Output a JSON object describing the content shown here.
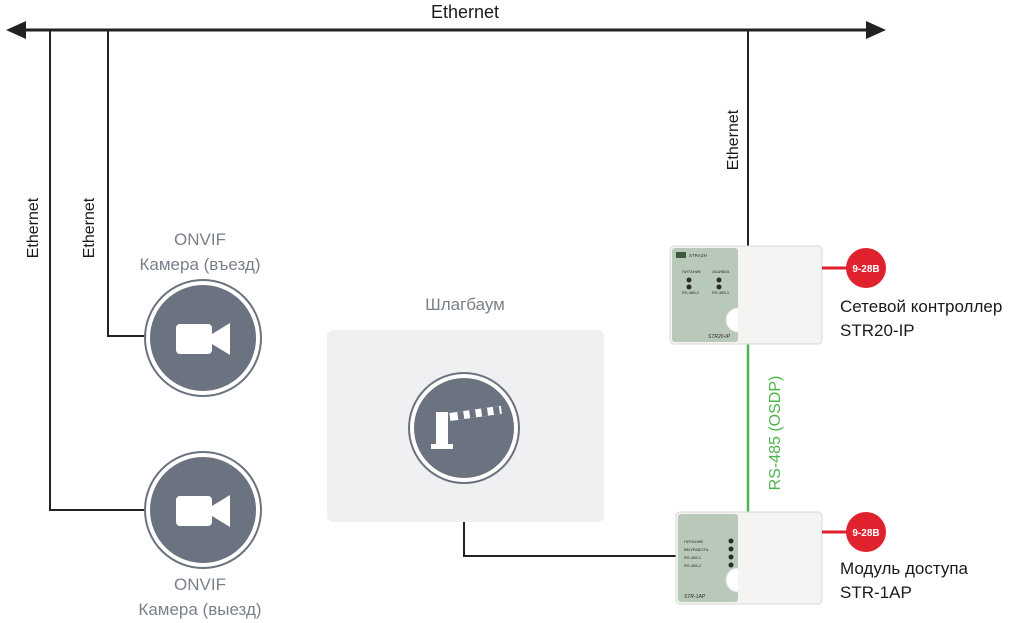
{
  "bus": {
    "top_label": "Ethernet",
    "left_label_1": "Ethernet",
    "left_label_2": "Ethernet",
    "right_label": "Ethernet"
  },
  "cameras": [
    {
      "line1": "ONVIF",
      "line2": "Камера (въезд)",
      "icon": "video-camera-icon"
    },
    {
      "line1": "ONVIF",
      "line2": "Камера (выезд)",
      "icon": "video-camera-icon"
    }
  ],
  "barrier": {
    "label": "Шлагбаум",
    "icon": "barrier-gate-icon"
  },
  "controller": {
    "line1": "Сетевой контроллер",
    "line2": "STR20-IP",
    "device_model": "STR20-IP",
    "brand": "STRAZH",
    "led_labels": [
      "ПИТАНИЕ",
      "ОШИБКА",
      "RS-485-2",
      "RS-485-1"
    ],
    "power_badge": "9-28В"
  },
  "module": {
    "line1": "Модуль доступа",
    "line2": "STR-1AP",
    "device_model": "STR-1AP",
    "led_labels": [
      "ПИТАНИЕ",
      "ВКЛ/РАБОТА",
      "RS-485-1",
      "RS-485-2"
    ],
    "power_badge": "9-28В"
  },
  "link": {
    "label": "RS-485 (OSDP)"
  },
  "colors": {
    "line": "#222222",
    "icon_circle": "#6b7380",
    "green_link": "#4db34d",
    "badge_red": "#e0222f",
    "panel_bg": "#f0f0f2"
  }
}
